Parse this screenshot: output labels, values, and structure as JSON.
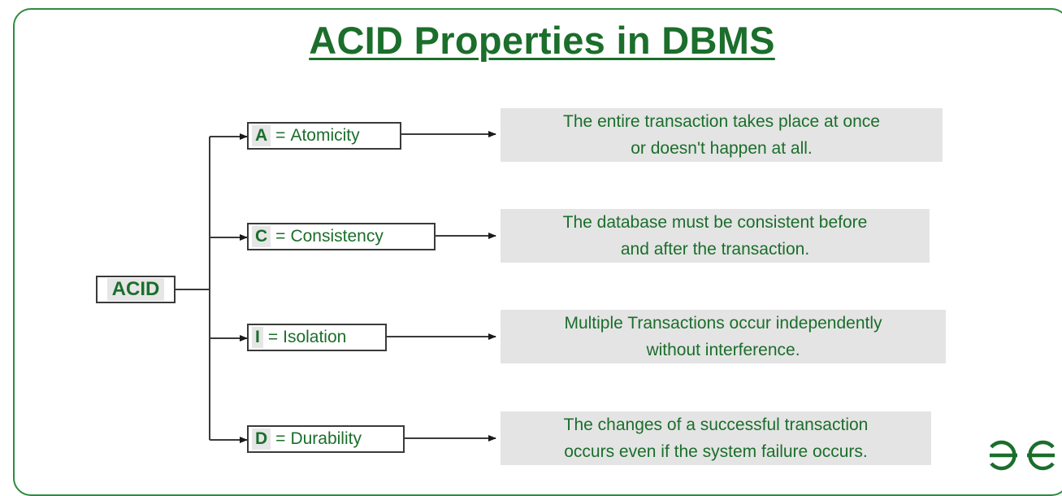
{
  "title": "ACID Properties in DBMS",
  "root_label": "ACID",
  "colors": {
    "accent_green": "#1b6e2b",
    "frame_green": "#2f8a3f",
    "box_fill": "#e4e4e4",
    "line": "#3a3a3a"
  },
  "properties": [
    {
      "letter": "A",
      "eq": "=",
      "name": "Atomicity",
      "description_lines": [
        "The entire transaction takes place at once",
        "or doesn't happen at all."
      ]
    },
    {
      "letter": "C",
      "eq": "=",
      "name": "Consistency",
      "description_lines": [
        "The database must be consistent before",
        "and after the transaction."
      ]
    },
    {
      "letter": "I",
      "eq": "=",
      "name": "Isolation",
      "description_lines": [
        "Multiple Transactions occur independently",
        "without interference."
      ]
    },
    {
      "letter": "D",
      "eq": "=",
      "name": "Durability",
      "description_lines": [
        "The changes of a successful transaction",
        "occurs even if the system failure occurs."
      ]
    }
  ],
  "logo": {
    "icon": "geeksforgeeks-logo-icon"
  }
}
